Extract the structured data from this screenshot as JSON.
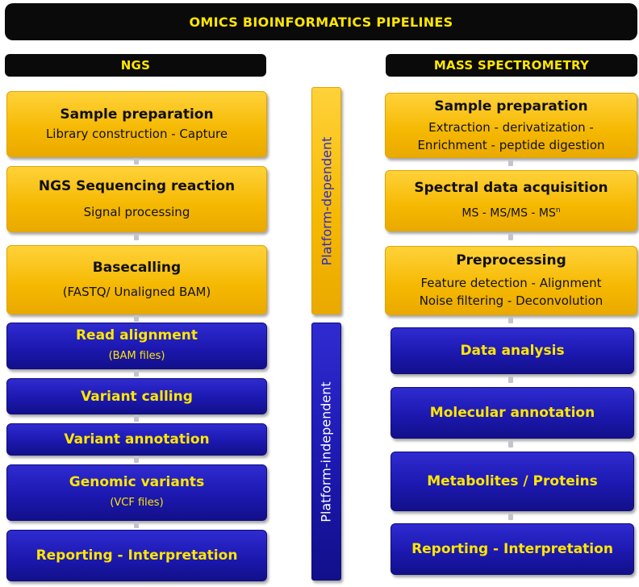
{
  "title": "OMICS BIOINFORMATICS PIPELINES",
  "ngs": {
    "header": "NGS",
    "steps": [
      {
        "title": "Sample preparation",
        "lines": [
          "Library construction - Capture"
        ]
      },
      {
        "title": "NGS Sequencing reaction",
        "lines": [
          "Signal processing"
        ]
      },
      {
        "title": "Basecalling",
        "lines": [
          "(FASTQ/ Unaligned BAM)"
        ]
      },
      {
        "title": "Read alignment",
        "lines": [
          "(BAM files)"
        ]
      },
      {
        "title": "Variant calling",
        "lines": []
      },
      {
        "title": "Variant annotation",
        "lines": []
      },
      {
        "title": "Genomic variants",
        "lines": [
          "(VCF files)"
        ]
      },
      {
        "title": "Reporting - Interpretation",
        "lines": []
      }
    ]
  },
  "middle": {
    "platform_dependent": "Platform-dependent",
    "platform_independent": "Platform-independent"
  },
  "ms": {
    "header": "MASS SPECTROMETRY",
    "steps": [
      {
        "title": "Sample preparation",
        "lines": [
          "Extraction - derivatization -",
          "Enrichment - peptide digestion"
        ]
      },
      {
        "title": "Spectral data acquisition",
        "lines": [
          "MS - MS/MS - MS"
        ],
        "sup": "n"
      },
      {
        "title": "Preprocessing",
        "lines": [
          "Feature detection - Alignment",
          "Noise filtering - Deconvolution"
        ]
      },
      {
        "title": "Data analysis",
        "lines": []
      },
      {
        "title": "Molecular annotation",
        "lines": []
      },
      {
        "title": "Metabolites / Proteins",
        "lines": []
      },
      {
        "title": "Reporting - Interpretation",
        "lines": []
      }
    ]
  },
  "colors": {
    "header_bg": "#0a0a0a",
    "header_text": "#ffe600",
    "platform_dependent_box": "#f5b800",
    "platform_independent_box": "#1c18b0",
    "independent_text": "#ffe600",
    "dependent_vertical_text": "#2b2bc8"
  }
}
